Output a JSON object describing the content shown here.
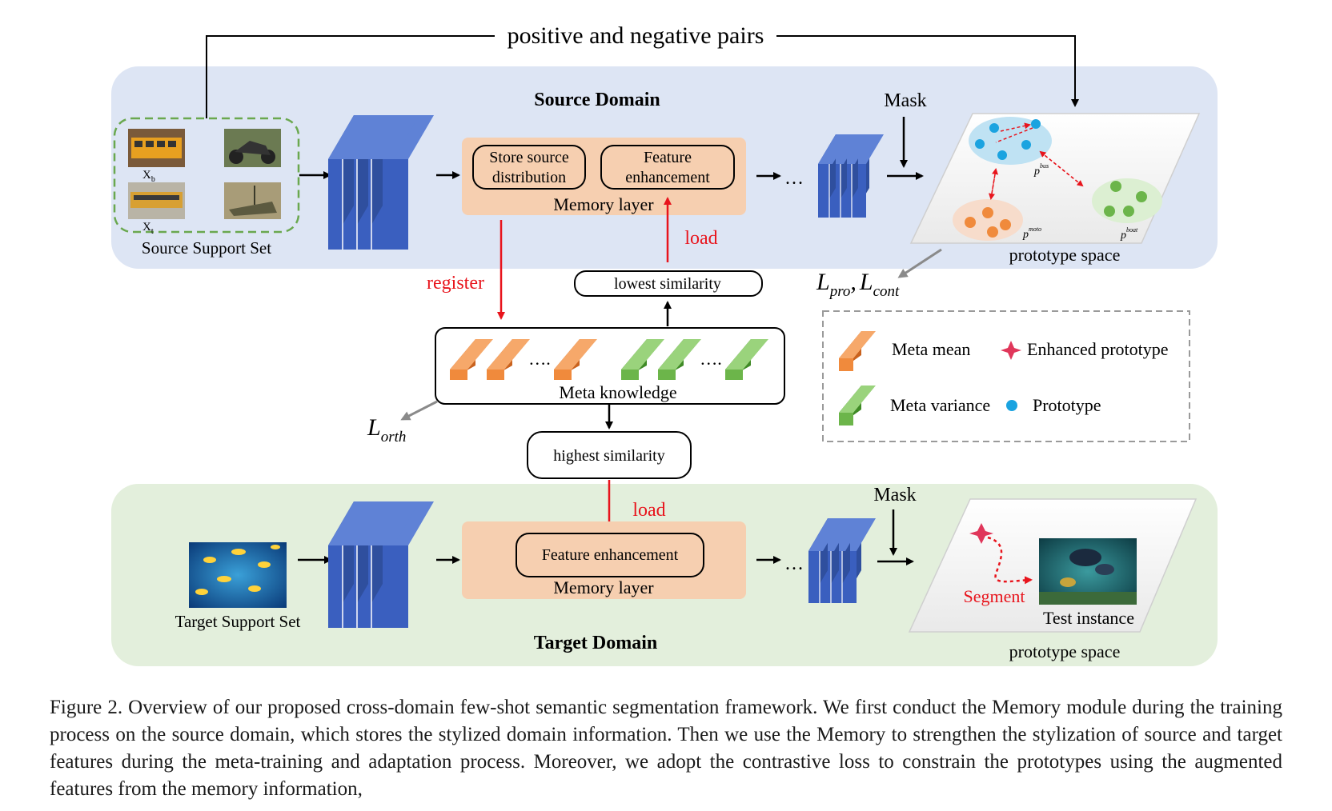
{
  "top_label": "positive and negative pairs",
  "source": {
    "title": "Source Domain",
    "support_set_label": "Source Support Set",
    "img_label_b": "X",
    "img_label_b_sub": "b",
    "img_label_t": "X",
    "img_label_t_sub": "t",
    "memory_box1_line1": "Store  source",
    "memory_box1_line2": "distribution",
    "memory_box2_line1": "Feature",
    "memory_box2_line2": "enhancement",
    "memory_label": "Memory layer",
    "ellipsis": "…",
    "mask_label": "Mask",
    "prototype_space_label": "prototype space",
    "proto_labels": {
      "bus": "bus",
      "moto": "moto",
      "boat": "boat",
      "p": "p"
    }
  },
  "middle": {
    "register_label": "register",
    "load_label": "load",
    "lowest_similarity": "lowest similarity",
    "meta_knowledge": "Meta knowledge",
    "dots": "….",
    "highest_similarity": "highest similarity",
    "loss_main_L1": "L",
    "loss_main_sub1": "pro",
    "loss_main_sep": ",",
    "loss_main_L2": "L",
    "loss_main_sub2": "cont",
    "loss_orth_L": "L",
    "loss_orth_sub": "orth"
  },
  "legend": {
    "meta_mean": "Meta mean",
    "enhanced_prototype": "Enhanced prototype",
    "meta_variance": "Meta variance",
    "prototype": "Prototype"
  },
  "target": {
    "title": "Target Domain",
    "support_set_label": "Target Support Set",
    "load_label": "load",
    "feature_enhancement": "Feature enhancement",
    "memory_label": "Memory layer",
    "ellipsis": "…",
    "mask_label": "Mask",
    "segment_label": "Segment",
    "test_instance_label": "Test instance",
    "prototype_space_label": "prototype space"
  },
  "caption": "Figure 2.  Overview of our proposed cross-domain few-shot semantic segmentation framework.  We first conduct the Memory module during the training process on the source domain, which stores the stylized domain information. Then we use the Memory to strengthen the stylization of source and target features during the meta-training and adaptation process. Moreover, we adopt the contrastive loss to constrain the prototypes using the augmented features from the memory information,",
  "colors": {
    "source_bg": "#dde5f4",
    "target_bg": "#e3efdc",
    "memory_bg": "#f6cfb0",
    "block_blue": "#3a5fbf",
    "meta_orange": "#f08a3c",
    "meta_green": "#6cb54a",
    "prototype_blue": "#1aa3e0",
    "enhanced_red": "#e0365a",
    "arrow_red": "#e8141c"
  }
}
